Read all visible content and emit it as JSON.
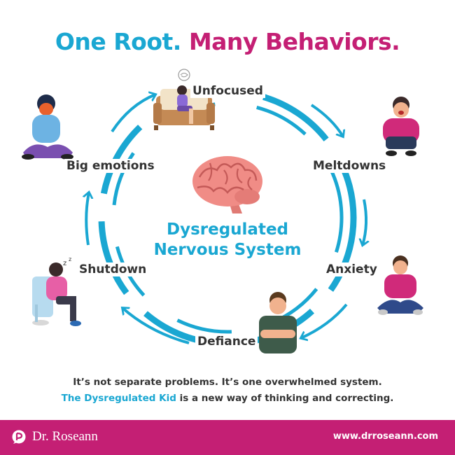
{
  "header": {
    "title_part1": "One Root.",
    "title_part2": "Many Behaviors."
  },
  "cycle": {
    "center_line1": "Dysregulated",
    "center_line2": "Nervous System",
    "behaviors": [
      "Unfocused",
      "Meltdowns",
      "Anxiety",
      "Defiance",
      "Shutdown",
      "Big emotions"
    ]
  },
  "message": {
    "line1": "It’s not separate problems. It’s one overwhelmed system.",
    "line2_highlight": "The Dysregulated Kid",
    "line2_rest": " is a new way of thinking and correcting."
  },
  "footer": {
    "logo_text": "Dr. Roseann",
    "url": "www.drroseann.com"
  },
  "colors": {
    "accent_blue": "#1aa7d2",
    "accent_magenta": "#c41f74"
  }
}
